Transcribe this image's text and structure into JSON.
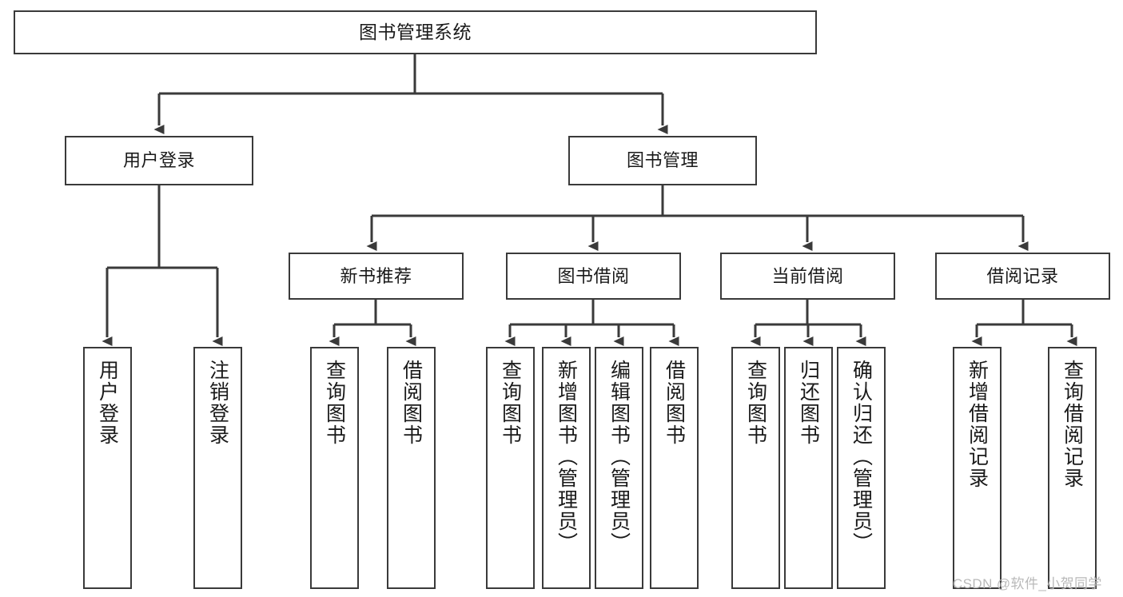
{
  "diagram": {
    "title": "图书管理系统",
    "type": "tree-hierarchy-diagram",
    "watermark": "CSDN @软件_小贺同学",
    "colors": {
      "stroke": "#3a3a3a",
      "fill": "#ffffff",
      "text": "#1a1a1a",
      "watermark": "#b9b9b9"
    },
    "nodes": {
      "root": {
        "label": "图书管理系统"
      },
      "level2": [
        {
          "id": "user-login",
          "label": "用户登录"
        },
        {
          "id": "book-management",
          "label": "图书管理"
        }
      ],
      "level3": [
        {
          "id": "new-book-recommend",
          "label": "新书推荐"
        },
        {
          "id": "book-borrow",
          "label": "图书借阅"
        },
        {
          "id": "current-borrow",
          "label": "当前借阅"
        },
        {
          "id": "borrow-record",
          "label": "借阅记录"
        }
      ],
      "leaves": {
        "user_login": [
          {
            "id": "leaf-user-login",
            "label": "用户登录"
          },
          {
            "id": "leaf-logout-login",
            "label": "注销登录"
          }
        ],
        "new_book_recommend": [
          {
            "id": "leaf-query-book-1",
            "label": "查询图书"
          },
          {
            "id": "leaf-borrow-book-1",
            "label": "借阅图书"
          }
        ],
        "book_borrow": [
          {
            "id": "leaf-query-book-2",
            "label": "查询图书"
          },
          {
            "id": "leaf-add-book",
            "label": "新增图书（管理员）"
          },
          {
            "id": "leaf-edit-book",
            "label": "编辑图书（管理员）"
          },
          {
            "id": "leaf-borrow-book-2",
            "label": "借阅图书"
          }
        ],
        "current_borrow": [
          {
            "id": "leaf-query-book-3",
            "label": "查询图书"
          },
          {
            "id": "leaf-return-book",
            "label": "归还图书"
          },
          {
            "id": "leaf-confirm-return",
            "label": "确认归还（管理员）"
          }
        ],
        "borrow_record": [
          {
            "id": "leaf-add-borrow-record",
            "label": "新增借阅记录"
          },
          {
            "id": "leaf-query-borrow-record",
            "label": "查询借阅记录"
          }
        ]
      }
    }
  }
}
